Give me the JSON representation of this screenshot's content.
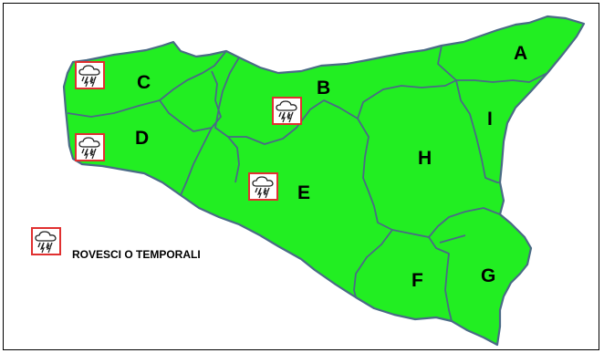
{
  "map": {
    "region_fill": "#22ee22",
    "border_color": "#4a6a86",
    "zones": [
      "A",
      "B",
      "C",
      "D",
      "E",
      "F",
      "G",
      "H",
      "I"
    ]
  },
  "legend": {
    "label": "ROVESCI O TEMPORALI",
    "icon": "storm-rain-icon",
    "marker_color": "#e03030"
  },
  "markers": [
    {
      "zone": "C",
      "icon": "storm-rain-icon"
    },
    {
      "zone": "D",
      "icon": "storm-rain-icon"
    },
    {
      "zone": "B",
      "icon": "storm-rain-icon"
    },
    {
      "zone": "E",
      "icon": "storm-rain-icon"
    }
  ]
}
